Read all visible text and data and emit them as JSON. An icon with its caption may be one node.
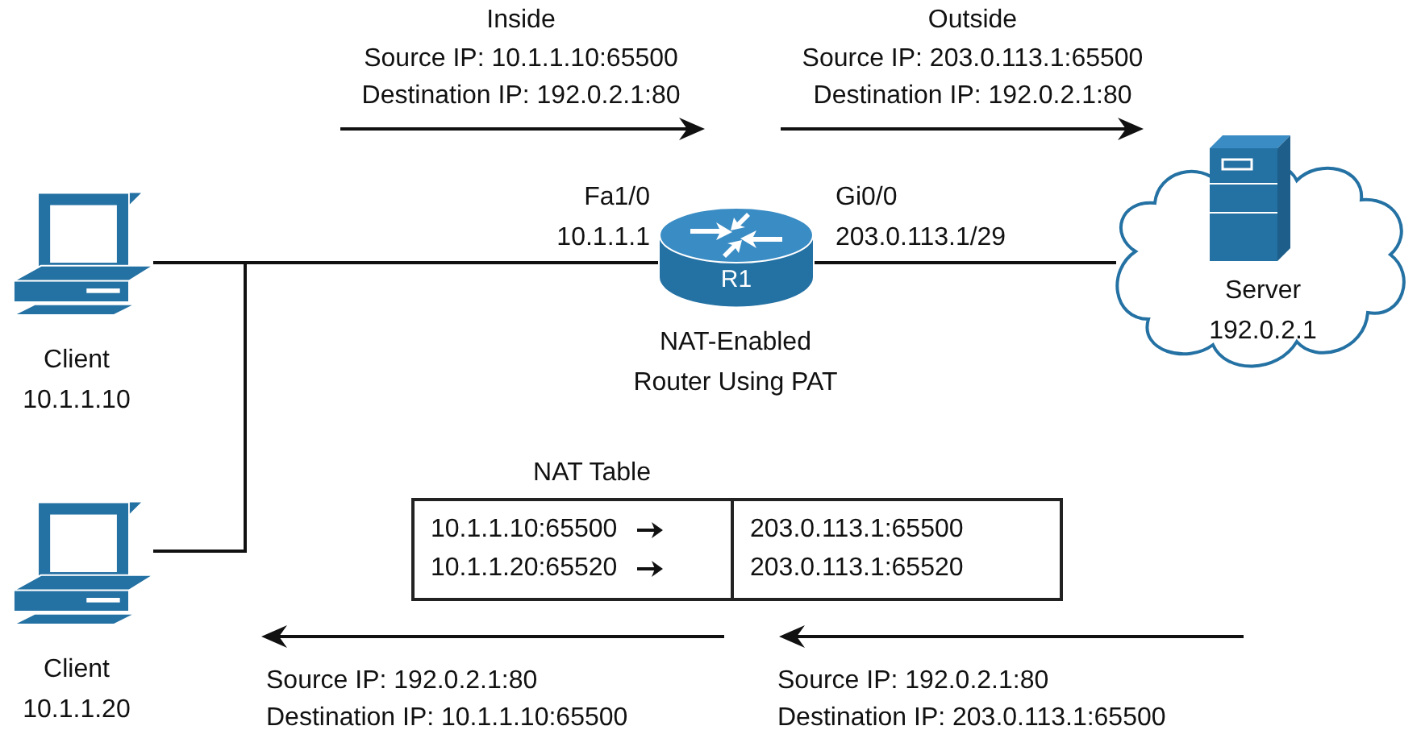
{
  "diagram": {
    "nodes": [
      {
        "text": [
          "Client 10.1.1.10"
        ]
      },
      {
        "text": [
          "Client 10.1.1.20"
        ]
      },
      {
        "text": [
          "R1"
        ],
        "beside": [
          "Fa1/0 10.1.1.1",
          "Gi0/0 203.0.113.1/29",
          "NAT-Enabled Router Using PAT"
        ]
      },
      {
        "text": [
          "Server 192.0.2.1"
        ]
      },
      {
        "text": [
          "NAT Table"
        ]
      }
    ],
    "edges": [
      {
        "from": 0,
        "to": 2,
        "arrow": "none"
      },
      {
        "from": 1,
        "to": 2,
        "arrow": "none"
      },
      {
        "from": 2,
        "to": 3,
        "arrow": "none"
      }
    ],
    "labels": [
      "Inside",
      "Source IP: 10.1.1.10:65500",
      "Destination IP: 192.0.2.1:80",
      "Outside",
      "Source IP: 203.0.113.1:65500",
      "Destination IP: 192.0.2.1:80",
      "10.1.1.10:65500",
      "203.0.113.1:65500",
      "10.1.1.20:65520",
      "203.0.113.1:65520",
      "Source IP: 192.0.2.1:80",
      "Destination IP: 10.1.1.10:65500",
      "Source IP: 192.0.2.1:80",
      "Destination IP: 203.0.113.1:65500"
    ]
  }
}
